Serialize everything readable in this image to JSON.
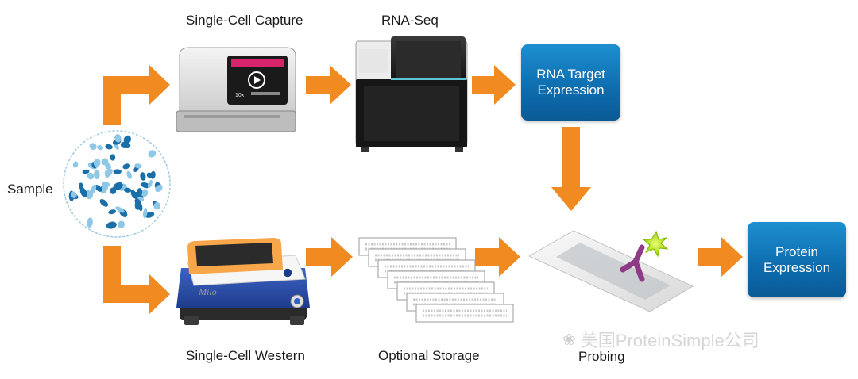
{
  "labels": {
    "single_cell_capture": "Single-Cell Capture",
    "rna_seq": "RNA-Seq",
    "sample": "Sample",
    "single_cell_western": "Single-Cell Western",
    "optional_storage": "Optional Storage",
    "probing": "Probing"
  },
  "boxes": {
    "rna_target_expression": [
      "RNA Target",
      "Expression"
    ],
    "protein_expression": [
      "Protein",
      "Expression"
    ]
  },
  "watermark": {
    "text": "美国ProteinSimple公司",
    "icon": "wechat-icon"
  },
  "device_text": {
    "capture_screen": "10x",
    "milo_brand": "Milo"
  },
  "colors": {
    "arrow": "#f18a21",
    "box": "#0e6eb0",
    "cell_dark": "#1b6fa8",
    "cell_light": "#8fc8e6"
  }
}
